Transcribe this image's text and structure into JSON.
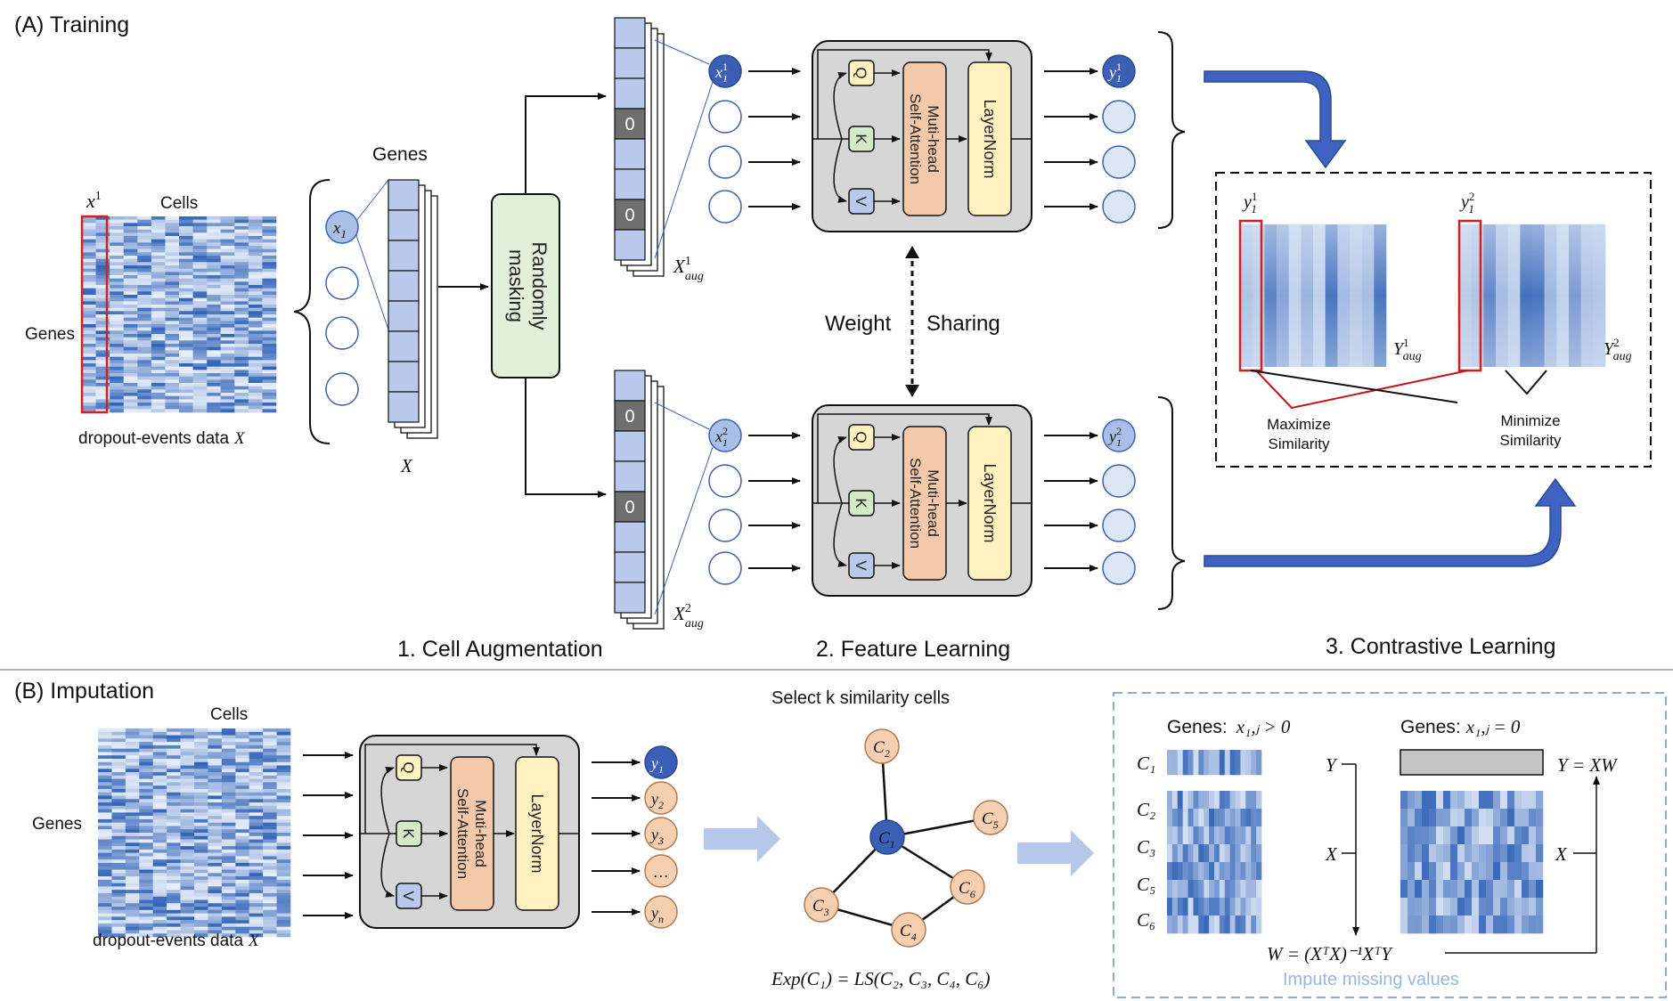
{
  "training": {
    "title": "(A) Training",
    "heatmap_cells": "Cells",
    "heatmap_genes": "Genes",
    "heatmap_x1_label": "x",
    "heatmap_x1_sup": "1",
    "dropout_caption": "dropout-events data",
    "dropout_var": "X",
    "genes_stack_label": "Genes",
    "stack_var": "X",
    "node_x1": "x",
    "node_x1_sub": "1",
    "random_masking": "Randomly masking",
    "mask_zero": "0",
    "aug1_node": "x",
    "aug1_sup": "1",
    "aug1_sub": "1",
    "aug2_node": "x",
    "aug2_sup": "2",
    "aug2_sub": "1",
    "aug1_label": "X",
    "aug1_label_sup": "1",
    "aug_sub": "aug",
    "aug2_label": "X",
    "aug2_label_sup": "2",
    "q": "Q",
    "k": "K",
    "v": "V",
    "mha": "Muti-head Self-Attention",
    "layernorm": "LayerNorm",
    "weight": "Weight",
    "sharing": "Sharing",
    "y_node1_sup": "1",
    "y_node2_sup": "2",
    "y_node": "y",
    "y_sub": "1",
    "Y_aug1": "Y",
    "Y_aug1_sup": "1",
    "Y_aug2": "Y",
    "Y_aug2_sup": "2",
    "maximize": [
      "Maximize",
      "Similarity"
    ],
    "minimize": [
      "Minimize",
      "Similarity"
    ],
    "stage1": "1. Cell Augmentation",
    "stage2": "2. Feature Learning",
    "stage3": "3. Contrastive Learning"
  },
  "imputation": {
    "title": "(B) Imputation",
    "cells": "Cells",
    "genes": "Genes",
    "dropout_caption": "dropout-events data",
    "dropout_var": "X",
    "q": "Q",
    "k": "K",
    "v": "V",
    "mha": "Muti-head Self-Attention",
    "layernorm": "LayerNorm",
    "outputs": [
      "y",
      "y",
      "y",
      "…",
      "y"
    ],
    "output_subs": [
      "1",
      "2",
      "3",
      "",
      "n"
    ],
    "select_title": "Select k similarity cells",
    "graph_nodes": [
      "C",
      "C",
      "C",
      "C",
      "C",
      "C"
    ],
    "graph_subs": [
      "2",
      "1",
      "5",
      "6",
      "3",
      "4"
    ],
    "exp_formula": "Exp(C₁) = LS(C₂, C₃, C₄, C₆)",
    "genes_pos": "Genes:",
    "genes_pos_cond": "x₁,ⱼ > 0",
    "genes_zero": "Genes:",
    "genes_zero_cond": "x₁,ⱼ = 0",
    "row_labels": [
      "C₁",
      "C₂",
      "C₃",
      "C₅",
      "C₆"
    ],
    "y_label": "Y",
    "x_label": "X",
    "x_label2": "X",
    "y_eq": "Y = XW",
    "w_formula": "W = (XᵀX)⁻¹XᵀY",
    "impute": "Impute missing values"
  },
  "colors": {
    "accent_blue": "#3b5fb5",
    "heat_blue": "#4a7cc4",
    "masking_green": "#e2efd9",
    "mha_orange": "#f4c9aa",
    "layernorm_yellow": "#fff2c0",
    "module_gray": "#d6d6d6",
    "highlight_red": "#d42020",
    "output_orange": "#f5cfb0",
    "impute_text": "#9db6de"
  }
}
